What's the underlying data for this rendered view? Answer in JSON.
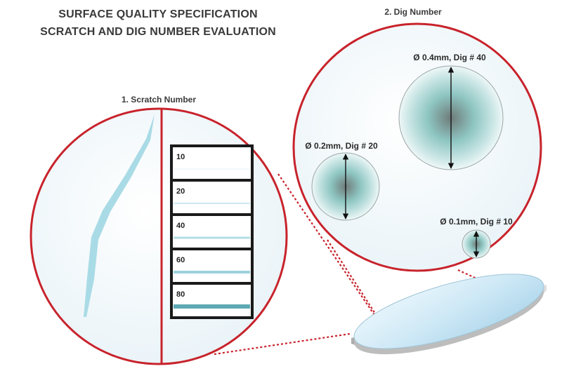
{
  "title": {
    "line1": "SURFACE QUALITY SPECIFICATION",
    "line2": "SCRATCH AND DIG NUMBER EVALUATION"
  },
  "scratch_section": {
    "title": "1. Scratch Number",
    "levels": [
      {
        "label": "10",
        "value": 10
      },
      {
        "label": "20",
        "value": 20
      },
      {
        "label": "40",
        "value": 40
      },
      {
        "label": "60",
        "value": 60
      },
      {
        "label": "80",
        "value": 80
      }
    ]
  },
  "dig_section": {
    "title": "2. Dig Number",
    "digs": [
      {
        "label": "Ø 0.4mm, Dig # 40",
        "diameter_mm": 0.4,
        "dig": 40
      },
      {
        "label": "Ø 0.2mm, Dig # 20",
        "diameter_mm": 0.2,
        "dig": 20
      },
      {
        "label": "Ø 0.1mm, Dig # 10",
        "diameter_mm": 0.1,
        "dig": 10
      }
    ]
  },
  "colors": {
    "circle_stroke": "#c8232c",
    "frame": "#1a1a1a",
    "scratch": "#9fd6e2",
    "dig_center": "#707a78",
    "dig_mid": "#8fc7c4",
    "dig_edge": "#e6f3f3",
    "lens_top": "#d8eef8",
    "lens_side": "#cfcfcf",
    "title_text": "#3a3a3a"
  }
}
